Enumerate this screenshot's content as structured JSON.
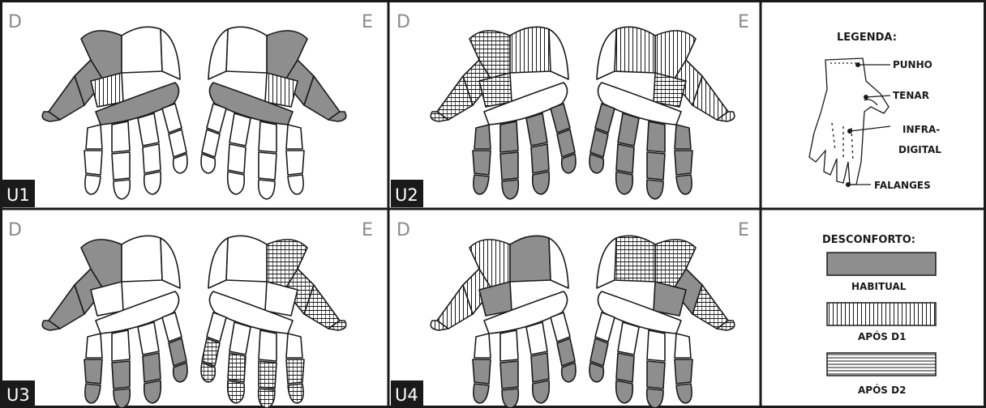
{
  "colors": {
    "border": "#1a1a1a",
    "habitual_fill": "#8e8e8e",
    "background": "#ffffff",
    "label_box": "#1a1a1a",
    "side_letter": "#8a8a8a"
  },
  "panels": [
    {
      "label": "U1",
      "left_side": "D",
      "right_side": "E",
      "regions": {
        "right_hand": {
          "punho": "none",
          "tenar": "habitual",
          "infra_digital": "apos_d1",
          "falanges": "none",
          "thumb_top": "habitual",
          "band": "habitual",
          "fingers": "none"
        },
        "left_hand": {
          "punho": "none",
          "tenar": "habitual",
          "infra_digital": "apos_d1",
          "falanges": "none",
          "thumb_top": "habitual",
          "band": "habitual",
          "fingers": "none"
        }
      }
    },
    {
      "label": "U2",
      "left_side": "D",
      "right_side": "E",
      "regions": {
        "right_hand": {
          "punho": "apos_d1",
          "tenar": "apos_d2",
          "infra_digital": "apos_d2",
          "falanges": "habitual",
          "thumb_top": "apos_d2",
          "band": "none",
          "fingers": "habitual"
        },
        "left_hand": {
          "punho": "apos_d1",
          "tenar": "apos_d1",
          "infra_digital": "apos_d2",
          "falanges": "habitual",
          "thumb_top": "apos_d1",
          "band": "none",
          "fingers": "habitual"
        }
      }
    },
    {
      "label": "U3",
      "left_side": "D",
      "right_side": "E",
      "regions": {
        "right_hand": {
          "punho": "none",
          "tenar": "habitual",
          "infra_digital": "none",
          "falanges": "habitual",
          "thumb_top": "habitual",
          "band": "none",
          "fingers": "none"
        },
        "left_hand": {
          "punho": "none",
          "tenar": "apos_d2",
          "infra_digital": "none",
          "falanges": "apos_d2",
          "thumb_top": "apos_d2",
          "band": "none",
          "fingers": "none"
        }
      }
    },
    {
      "label": "U4",
      "left_side": "D",
      "right_side": "E",
      "regions": {
        "right_hand": {
          "punho": "habitual",
          "tenar": "apos_d1",
          "infra_digital": "habitual",
          "falanges": "habitual",
          "thumb_top": "apos_d1",
          "band": "none",
          "fingers": "none"
        },
        "left_hand": {
          "punho": "apos_d2",
          "tenar": "apos_d2",
          "infra_digital": "habitual",
          "falanges": "habitual",
          "thumb_top": "habitual",
          "band": "none",
          "fingers": "none"
        }
      }
    }
  ],
  "legend": {
    "title": "LEGENDA:",
    "labels": [
      "PUNHO",
      "TENAR",
      "INFRA-",
      "DIGITAL",
      "FALANGES"
    ]
  },
  "discomfort": {
    "title": "DESCONFORTO:",
    "items": [
      {
        "key": "habitual",
        "label": "HABITUAL"
      },
      {
        "key": "apos_d1",
        "label": "APÓS D1"
      },
      {
        "key": "apos_d2",
        "label": "APÓS D2"
      }
    ]
  }
}
